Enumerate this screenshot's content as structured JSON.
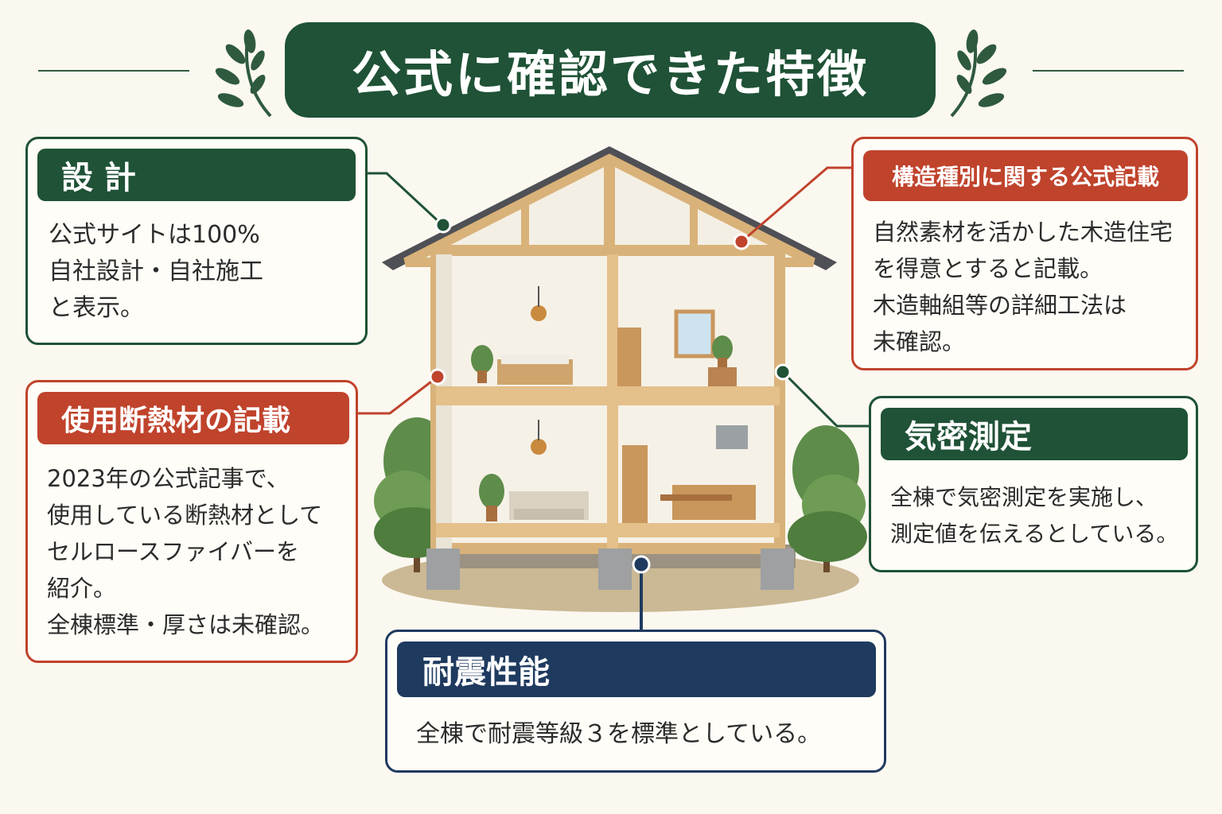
{
  "title": "公式に確認できた特徴",
  "colors": {
    "green": "#1f5236",
    "red": "#c0432c",
    "navy": "#1f3a5f",
    "background": "#fbf8f0",
    "wood": "#e4c08a"
  },
  "icons": {
    "laurel_left": "laurel-branch-icon",
    "laurel_right": "laurel-branch-icon"
  },
  "cards": {
    "design": {
      "title": "設 計",
      "lines": [
        "公式サイトは100%",
        "自社設計・自社施工",
        "と表示。"
      ]
    },
    "structure": {
      "title": "構造種別に関する公式記載",
      "lines": [
        "自然素材を活かした木造住宅",
        "を得意とすると記載。",
        "木造軸組等の詳細工法は",
        "未確認。"
      ]
    },
    "insulation": {
      "title": "使用断熱材の記載",
      "lines": [
        "2023年の公式記事で、",
        "使用している断熱材として",
        "セルロースファイバーを",
        "紹介。",
        "全棟標準・厚さは未確認。"
      ]
    },
    "airtight": {
      "title": "気密測定",
      "lines": [
        "全棟で気密測定を実施し、",
        "測定値を伝えるとしている。"
      ]
    },
    "seismic": {
      "title": "耐震性能",
      "lines": [
        "全棟で耐震等級３を標準としている。"
      ]
    }
  }
}
